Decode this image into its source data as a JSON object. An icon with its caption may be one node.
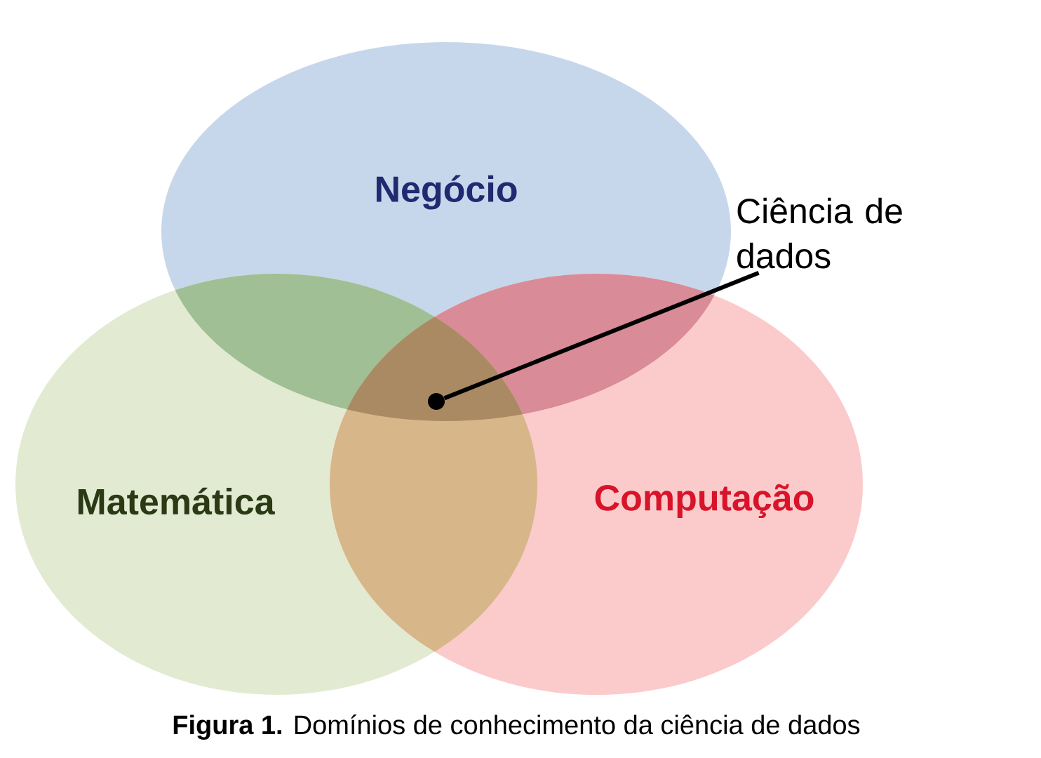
{
  "diagram": {
    "caption": "**Figura 1.** Domínios de conhecimento da ciência de dados",
    "nodes": [
      {
        "text": [
          "Negócio"
        ]
      },
      {
        "text": [
          "Matemática"
        ]
      },
      {
        "text": [
          "Computação"
        ]
      },
      {
        "text": [
          "Ciência de dados"
        ]
      },
      {
        "text": [],
        "shape": "circle"
      }
    ],
    "edges": [
      {
        "from": 3,
        "to": 4,
        "arrow": "none"
      }
    ]
  }
}
